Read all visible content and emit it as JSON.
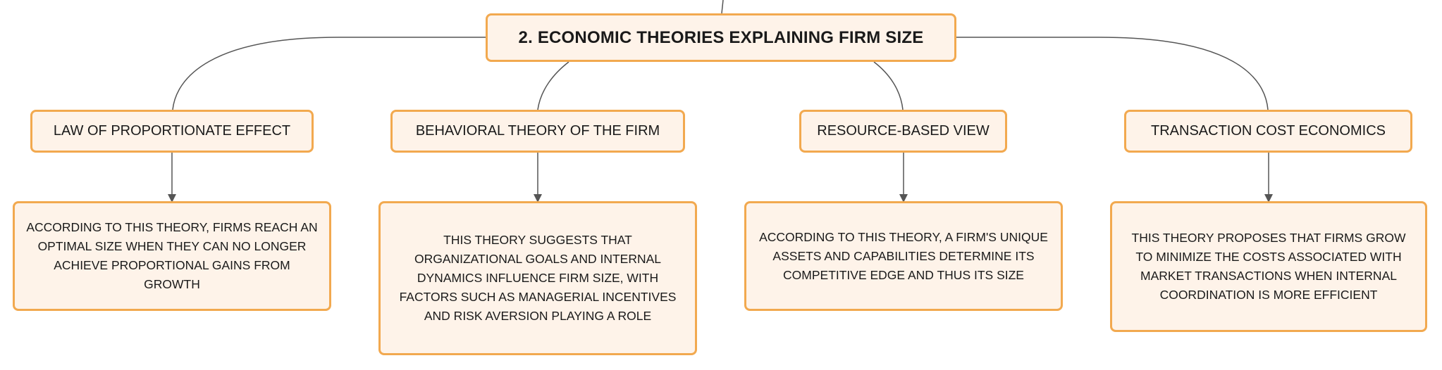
{
  "root": {
    "label": "2. ECONOMIC THEORIES EXPLAINING FIRM SIZE"
  },
  "branches": [
    {
      "label": "LAW OF PROPORTIONATE EFFECT",
      "description": "ACCORDING TO THIS THEORY, FIRMS REACH AN OPTIMAL SIZE WHEN THEY CAN NO LONGER ACHIEVE PROPORTIONAL GAINS FROM GROWTH"
    },
    {
      "label": "BEHAVIORAL THEORY OF THE FIRM",
      "description": "THIS THEORY SUGGESTS THAT ORGANIZATIONAL GOALS AND INTERNAL DYNAMICS INFLUENCE FIRM SIZE, WITH FACTORS SUCH AS MANAGERIAL INCENTIVES AND RISK AVERSION PLAYING A ROLE"
    },
    {
      "label": "RESOURCE-BASED VIEW",
      "description": "ACCORDING TO THIS THEORY, A FIRM'S UNIQUE ASSETS AND CAPABILITIES DETERMINE ITS COMPETITIVE EDGE AND THUS ITS SIZE"
    },
    {
      "label": "TRANSACTION COST ECONOMICS",
      "description": "THIS THEORY PROPOSES THAT FIRMS GROW TO MINIMIZE THE COSTS ASSOCIATED WITH MARKET TRANSACTIONS WHEN INTERNAL COORDINATION IS MORE EFFICIENT"
    }
  ],
  "colors": {
    "node_fill": "#fef3e9",
    "node_border": "#f2a94f",
    "connector": "#555555",
    "text": "#1a1a1a"
  }
}
